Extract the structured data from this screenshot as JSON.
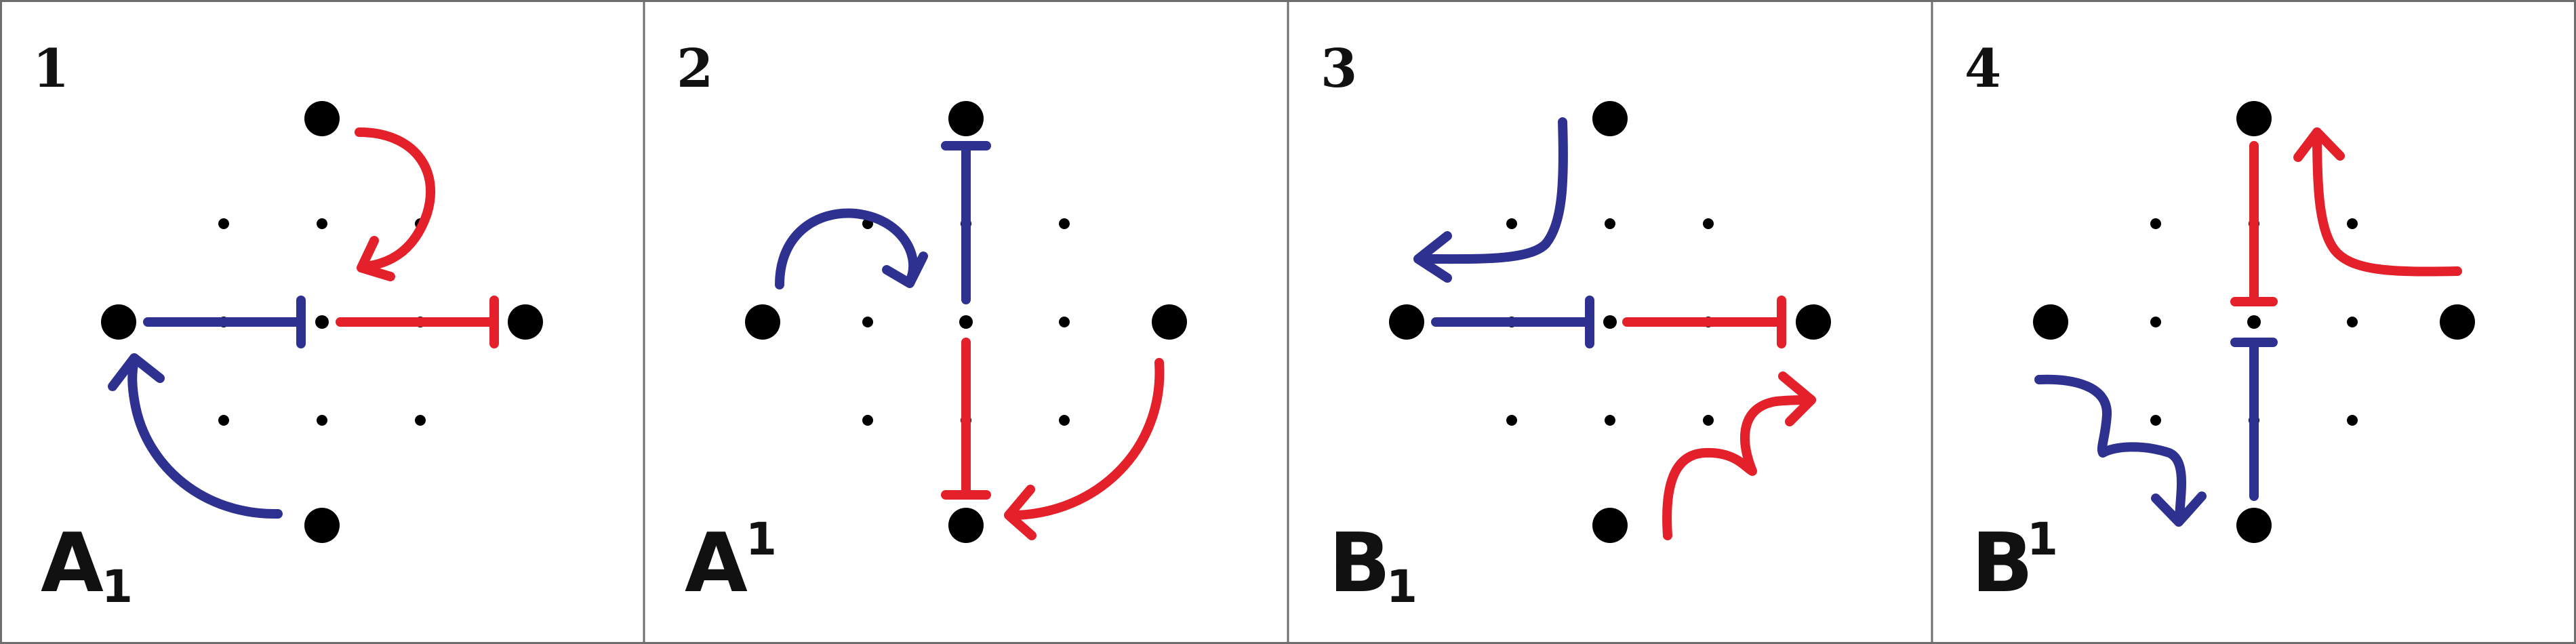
{
  "colors": {
    "red": "#e4202a",
    "blue": "#2f3190",
    "dot": "#000000",
    "frame": "#6e6e6e"
  },
  "panels": [
    {
      "number": "1",
      "letter": "A",
      "subscript": "1",
      "superscript": ""
    },
    {
      "number": "2",
      "letter": "A",
      "subscript": "",
      "superscript": "1"
    },
    {
      "number": "3",
      "letter": "B",
      "subscript": "1",
      "superscript": ""
    },
    {
      "number": "4",
      "letter": "B",
      "subscript": "",
      "superscript": "1"
    }
  ]
}
